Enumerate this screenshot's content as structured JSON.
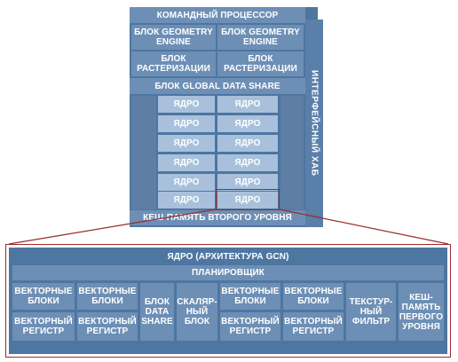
{
  "top": {
    "command_processor": "КОМАНДНЫЙ ПРОЦЕССОР",
    "geometry_left": "БЛОК GEOMETRY\nENGINE",
    "geometry_right": "БЛОК GEOMETRY\nENGINE",
    "raster_left": "БЛОК\nРАСТЕРИЗАЦИИ",
    "raster_right": "БЛОК\nРАСТЕРИЗАЦИИ",
    "gds": "БЛОК GLOBAL DATA SHARE",
    "interface_hub": "ИНТЕРФЕЙСНЫЙ ХАБ",
    "l2_cache": "КЕШ-ПАМЯТЬ ВТОРОГО УРОВНЯ",
    "cores": [
      [
        "ЯДРО",
        "ЯДРО"
      ],
      [
        "ЯДРО",
        "ЯДРО"
      ],
      [
        "ЯДРО",
        "ЯДРО"
      ],
      [
        "ЯДРО",
        "ЯДРО"
      ],
      [
        "ЯДРО",
        "ЯДРО"
      ],
      [
        "ЯДРО",
        "ЯДРО"
      ]
    ]
  },
  "gcn": {
    "title": "ЯДРО (АРХИТЕКТУРА GCN)",
    "scheduler": "ПЛАНИРОВЩИК",
    "vector_units": [
      "ВЕКТОРНЫЕ\nБЛОКИ",
      "ВЕКТОРНЫЕ\nБЛОКИ",
      "ВЕКТОРНЫЕ\nБЛОКИ",
      "ВЕКТОРНЫЕ\nБЛОКИ"
    ],
    "vector_registers": [
      "ВЕКТОРНЫЙ\nРЕГИСТР",
      "ВЕКТОРНЫЙ\nРЕГИСТР",
      "ВЕКТОРНЫЙ\nРЕГИСТР",
      "ВЕКТОРНЫЙ\nРЕГИСТР"
    ],
    "lds": "БЛОК\nDATA\nSHARE",
    "scalar": "СКАЛЯР-\nНЫЙ\nБЛОК",
    "texture": "ТЕКСТУР-\nНЫЙ\nФИЛЬТР",
    "l1_cache": "КЕШ-\nПАМЯТЬ\nПЕРВОГО\nУРОВНЯ"
  }
}
